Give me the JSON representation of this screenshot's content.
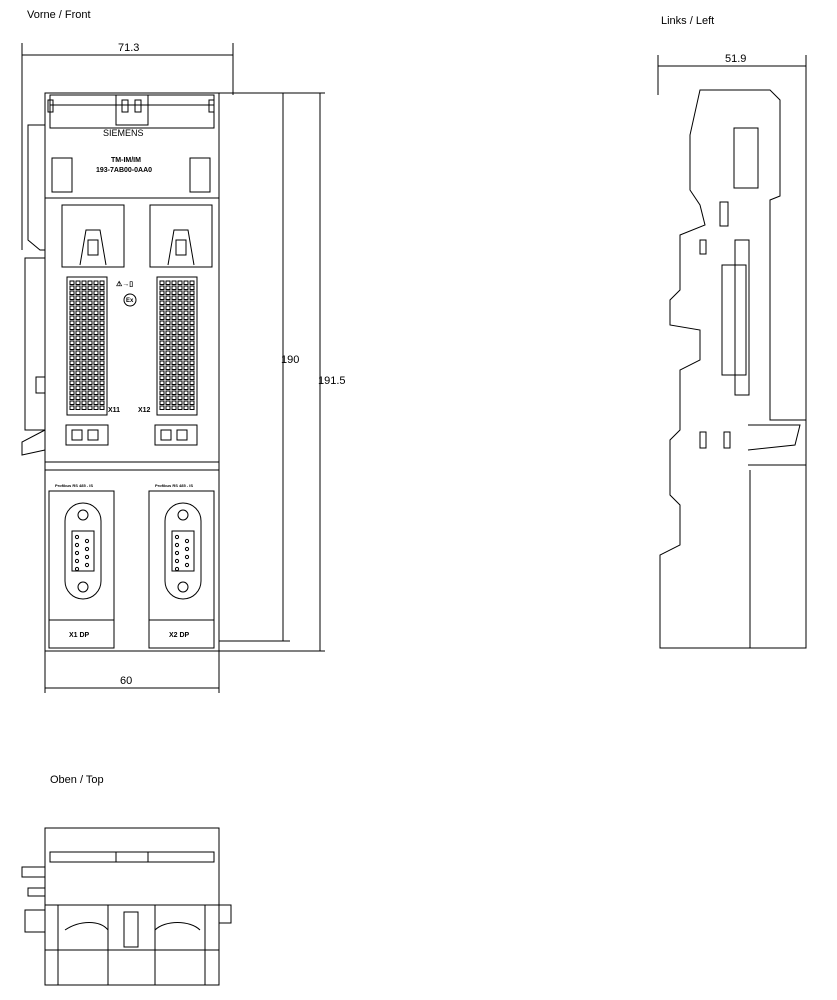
{
  "views": {
    "front": "Vorne / Front",
    "left": "Links / Left",
    "top": "Oben / Top"
  },
  "dimensions": {
    "front_width_overall": "71.3",
    "front_width_body": "60",
    "front_height": "190",
    "front_height_overall": "191.5",
    "left_depth": "51.9"
  },
  "module": {
    "brand": "SIEMENS",
    "name": "TM-IM/IM",
    "order_number": "193-7AB00-0AA0",
    "connector_x11": "X11",
    "connector_x12": "X12",
    "port1_caption": "Profibus RS 485 - IS",
    "port2_caption": "Profibus RS 485 - IS",
    "port1_label": "X1 DP",
    "port2_label": "X2 DP",
    "ex_mark": "Ex"
  }
}
